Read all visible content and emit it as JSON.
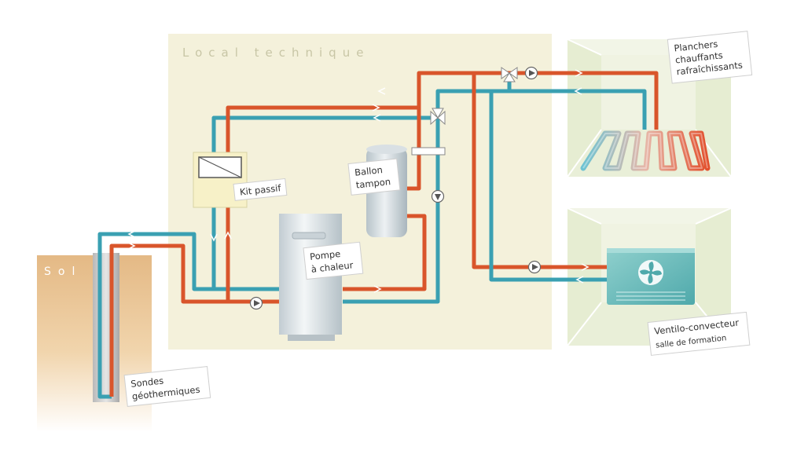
{
  "zones": {
    "local_technique": "Local technique",
    "sol": "Sol"
  },
  "labels": {
    "kit_passif": "Kit passif",
    "ballon_line1": "Ballon",
    "ballon_line2": "tampon",
    "pompe_line1": "Pompe",
    "pompe_line2": "à chaleur",
    "sondes_line1": "Sondes",
    "sondes_line2": "géothermiques",
    "planchers_line1": "Planchers",
    "planchers_line2": "chauffants",
    "planchers_line3": "rafraîchissants",
    "ventilo_line1": "Ventilo-convecteur",
    "ventilo_line2": "salle de formation"
  },
  "colors": {
    "hot_pipe": "#d9552b",
    "cold_pipe": "#3aa0b2",
    "room_background": "#f4f1db",
    "ground": "#e7c08d"
  }
}
